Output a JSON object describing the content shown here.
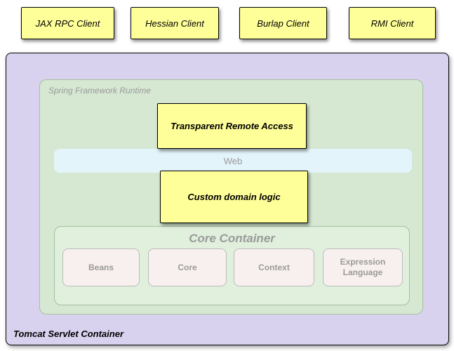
{
  "diagram": {
    "clients": [
      {
        "label": "JAX RPC Client"
      },
      {
        "label": "Hessian Client"
      },
      {
        "label": "Burlap Client"
      },
      {
        "label": "RMI Client"
      }
    ],
    "tomcat": {
      "label": "Tomcat Servlet Container"
    },
    "spring_runtime": {
      "label": "Spring Framework Runtime"
    },
    "remote_access": {
      "label": "Transparent Remote Access"
    },
    "web": {
      "label": "Web"
    },
    "domain_logic": {
      "label": "Custom domain logic"
    },
    "core_container": {
      "label": "Core Container",
      "modules": [
        {
          "label": "Beans"
        },
        {
          "label": "Core"
        },
        {
          "label": "Context"
        },
        {
          "label": "Expression Language"
        }
      ]
    },
    "colors": {
      "client_fill": "#FFFF99",
      "tomcat_fill": "#D9D2EF",
      "spring_fill": "#D6E8D2",
      "web_fill": "#E3F4FA",
      "core_container_fill": "#E0F0DC",
      "module_fill": "#F8F0EE",
      "box_border": "#000000",
      "muted_text": "#9A9A9A"
    }
  }
}
